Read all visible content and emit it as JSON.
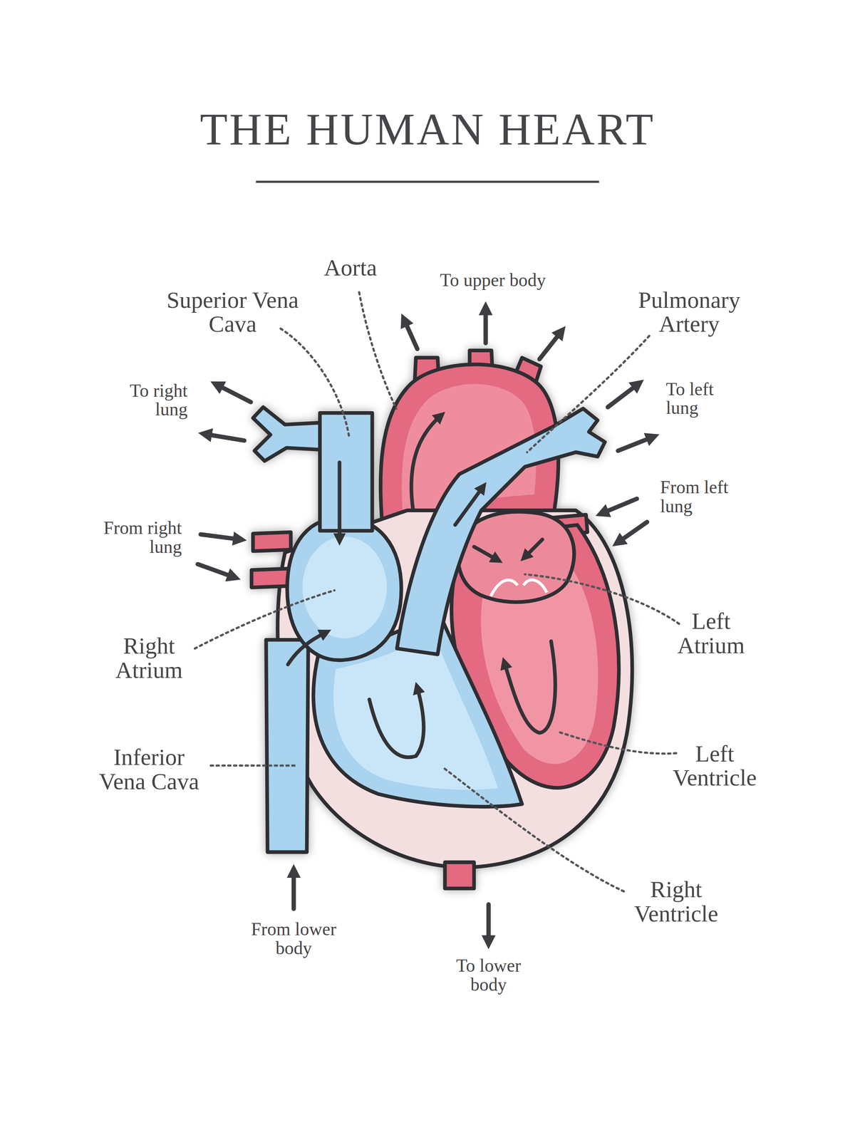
{
  "diagram": {
    "title": "THE HUMAN HEART",
    "labels": [
      "Aorta",
      "To upper body",
      "Superior Vena Cava",
      "Pulmonary Artery",
      "To right lung",
      "To left lung",
      "From left lung",
      "From right lung",
      "Right Atrium",
      "Left Atrium",
      "Inferior Vena Cava",
      "Left Ventricle",
      "Right Ventricle",
      "From lower body",
      "To lower body"
    ]
  }
}
